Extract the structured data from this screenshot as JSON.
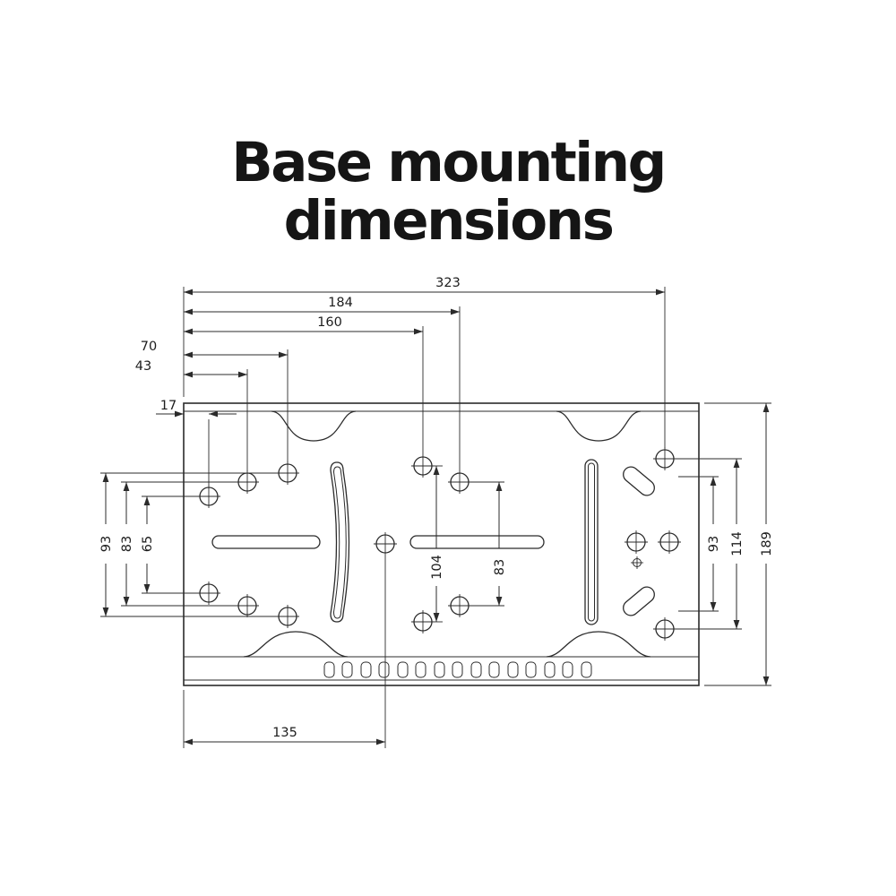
{
  "title": {
    "line1": "Base mounting",
    "line2": "dimensions"
  },
  "dims": {
    "overall_width": "323",
    "w184": "184",
    "w160": "160",
    "w70": "70",
    "w43": "43",
    "w17": "17",
    "w135": "135",
    "left_93": "93",
    "left_83": "83",
    "left_65": "65",
    "mid_104": "104",
    "mid_83": "83",
    "right_93": "93",
    "right_114": "114",
    "right_189": "189"
  },
  "colors": {
    "background": "#ffffff",
    "line": "#2b2b2b",
    "dimension_text": "#1d1d1d",
    "title_text": "#151515"
  }
}
